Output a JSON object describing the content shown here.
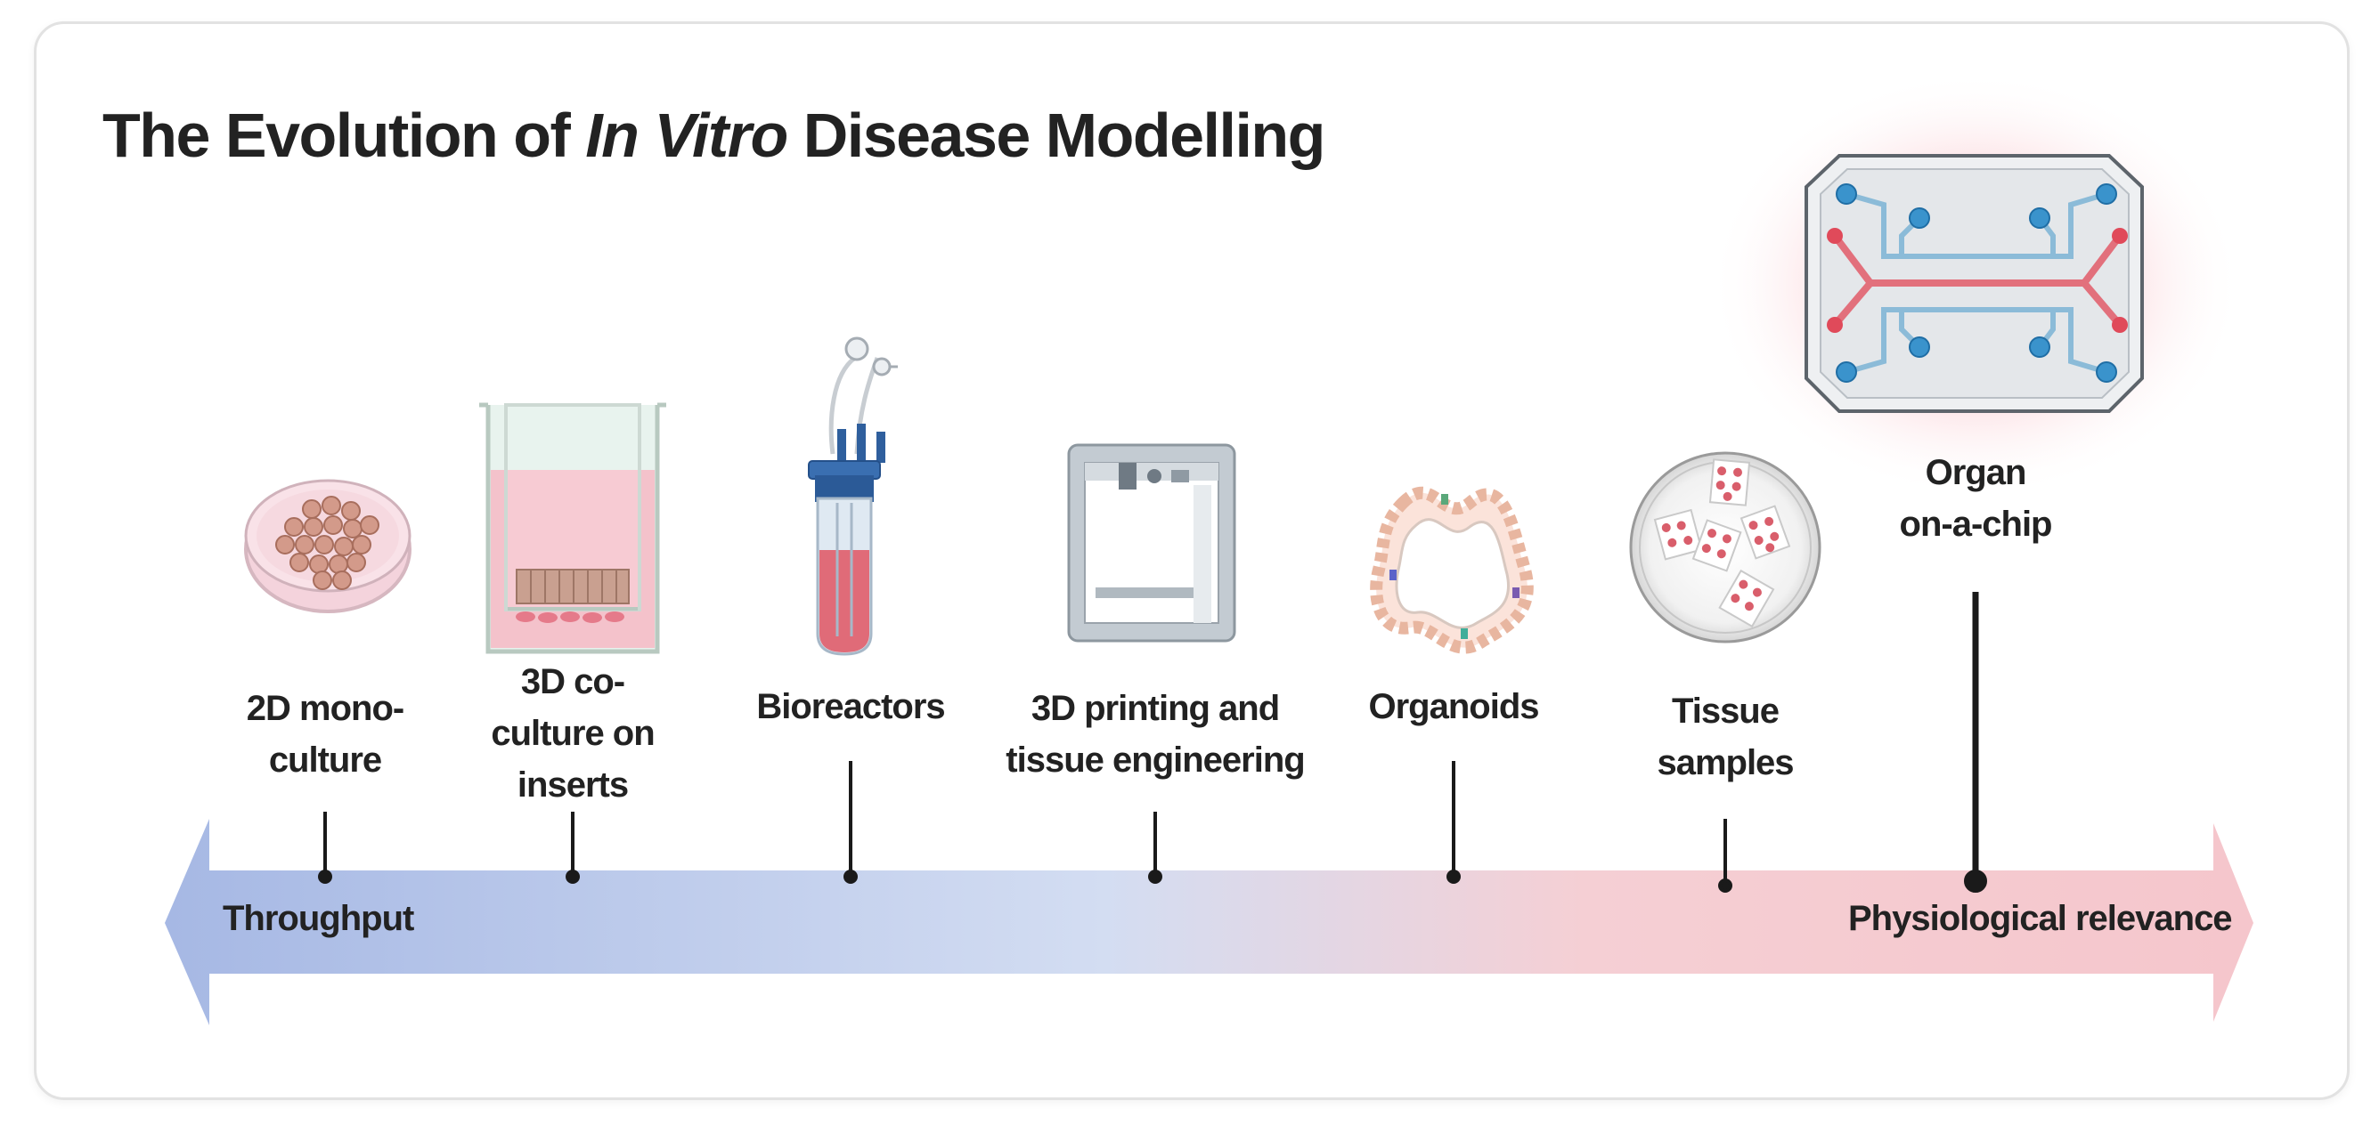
{
  "title": {
    "prefix": "The Evolution of ",
    "italic": "In Vitro",
    "suffix": " Disease Modelling"
  },
  "axis": {
    "left_label": "Throughput",
    "right_label": "Physiological relevance",
    "color_left": "#a6b8e4",
    "color_mid": "#d3ddf2",
    "color_right": "#f5c6cc"
  },
  "stages": [
    {
      "id": "2d",
      "line1": "2D mono-",
      "line2": "culture",
      "line3": "",
      "icon": "petri-dish-icon"
    },
    {
      "id": "3d",
      "line1": "3D co-",
      "line2": "culture on",
      "line3": "inserts",
      "icon": "transwell-insert-icon"
    },
    {
      "id": "bio",
      "line1": "Bioreactors",
      "line2": "",
      "line3": "",
      "icon": "bioreactor-icon"
    },
    {
      "id": "print",
      "line1": "3D printing and",
      "line2": "tissue engineering",
      "line3": "",
      "icon": "3d-printer-icon"
    },
    {
      "id": "org",
      "line1": "Organoids",
      "line2": "",
      "line3": "",
      "icon": "organoid-icon"
    },
    {
      "id": "tissue",
      "line1": "Tissue",
      "line2": "samples",
      "line3": "",
      "icon": "tissue-samples-dish-icon"
    },
    {
      "id": "chip",
      "line1": "Organ",
      "line2": "on-a-chip",
      "line3": "",
      "icon": "organ-on-chip-icon"
    }
  ]
}
